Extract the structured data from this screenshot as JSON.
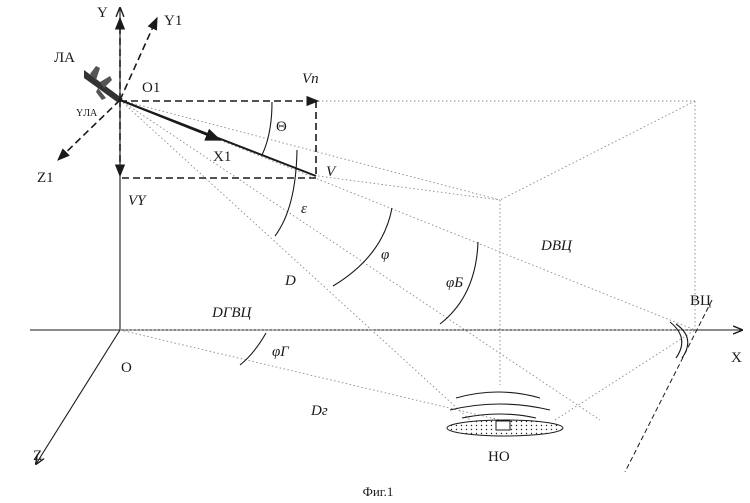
{
  "labels": {
    "aircraft": "ЛА",
    "y_axis": "Y",
    "y1_axis": "Y1",
    "o1_origin": "O1",
    "y_la": "YЛА",
    "v_p": "Vп",
    "theta": "Θ",
    "x1_axis": "X1",
    "v": "V",
    "z1_axis": "Z1",
    "v_y": "VY",
    "epsilon": "ε",
    "phi": "φ",
    "phi_b": "φБ",
    "d_vc": "DВЦ",
    "d": "D",
    "d_gvc": "DГВЦ",
    "vc": "ВЦ",
    "phi_g": "φГ",
    "o_origin": "O",
    "x_axis": "X",
    "d_g": "Dг",
    "z_axis": "Z",
    "no": "НО"
  },
  "caption": "Фиг.1"
}
